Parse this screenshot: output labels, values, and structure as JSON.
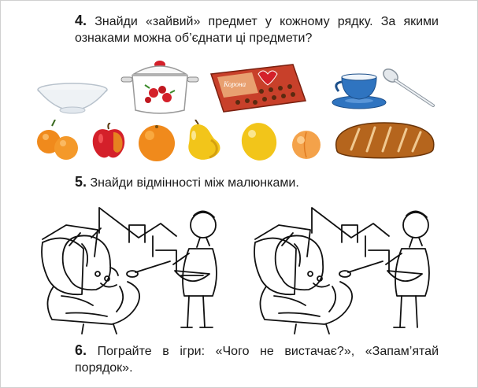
{
  "task4": {
    "number": "4.",
    "text": "Знайди «зайвий» предмет у кожному рядку. За якими ознаками можна об’єднати ці предмети?",
    "row1": [
      "bowl-icon",
      "pot-icon",
      "chocolate-box-icon",
      "teacup-icon",
      "spoon-icon"
    ],
    "row2": [
      "apricots-icon",
      "apple-icon",
      "orange-icon",
      "pear-icon",
      "lemon-icon",
      "peach-icon",
      "bread-loaf-icon"
    ]
  },
  "task5": {
    "number": "5.",
    "text": "Знайди відмінності між малюнками."
  },
  "task6": {
    "number": "6.",
    "text": "Пограйте в ігри: «Чого не вистачає?», «Запам’ятай порядок»."
  },
  "colors": {
    "orange": "#f08a1c",
    "red": "#d4202a",
    "yellow": "#f2c51a",
    "blue": "#2f74c0",
    "brown": "#b5651d"
  }
}
